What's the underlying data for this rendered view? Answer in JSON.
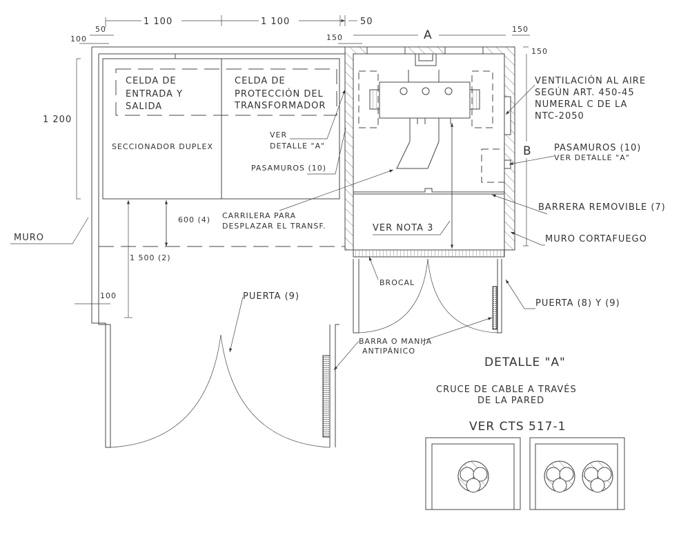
{
  "dimensions": {
    "top_left_1100": "1 100",
    "top_right_1100": "1 100",
    "top_50_right": "50",
    "left_50": "50",
    "left_100": "100",
    "wall_150": "150",
    "A": "A",
    "right_150_top": "150",
    "right_150_side": "150",
    "B": "B",
    "height_1200": "1 200",
    "clearance_600": "600 (4)",
    "clearance_1500": "1 500 (2)",
    "jamb_100": "100"
  },
  "cells": {
    "entry_line1": "CELDA DE",
    "entry_line2": "ENTRADA Y",
    "entry_line3": "SALIDA",
    "protection_line1": "CELDA DE",
    "protection_line2": "PROTECCIÓN DEL",
    "protection_line3": "TRANSFORMADOR",
    "switch": "SECCIONADOR DUPLEX"
  },
  "labels": {
    "ver": "VER",
    "detalle_a": "DETALLE \"A\"",
    "pasamuros_left": "PASAMUROS (10)",
    "muro": "MURO",
    "carrilera_1": "CARRILERA PARA",
    "carrilera_2": "DESPLAZAR EL TRANSF.",
    "ver_nota": "VER NOTA 3",
    "ventilacion_1": "VENTILACIÓN AL AIRE",
    "ventilacion_2": "SEGÚN ART. 450-45",
    "ventilacion_3": "NUMERAL C DE LA",
    "ventilacion_4": "NTC-2050",
    "pasamuros_right": "PASAMUROS (10)",
    "pasamuros_right_2": "VER DETALLE \"A\"",
    "barrera": "BARRERA REMOVIBLE (7)",
    "muro_cortafuego": "MURO CORTAFUEGO",
    "brocal": "BROCAL",
    "puerta_9": "PUERTA (9)",
    "puerta_8_9": "PUERTA (8) Y (9)",
    "barra_1": "BARRA O MANIJA",
    "barra_2": "ANTIPÁNICO"
  },
  "detail": {
    "title": "DETALLE \"A\"",
    "subtitle_1": "CRUCE DE CABLE A TRAVÉS",
    "subtitle_2": "DE LA PARED",
    "reference": "VER CTS 517-1"
  }
}
